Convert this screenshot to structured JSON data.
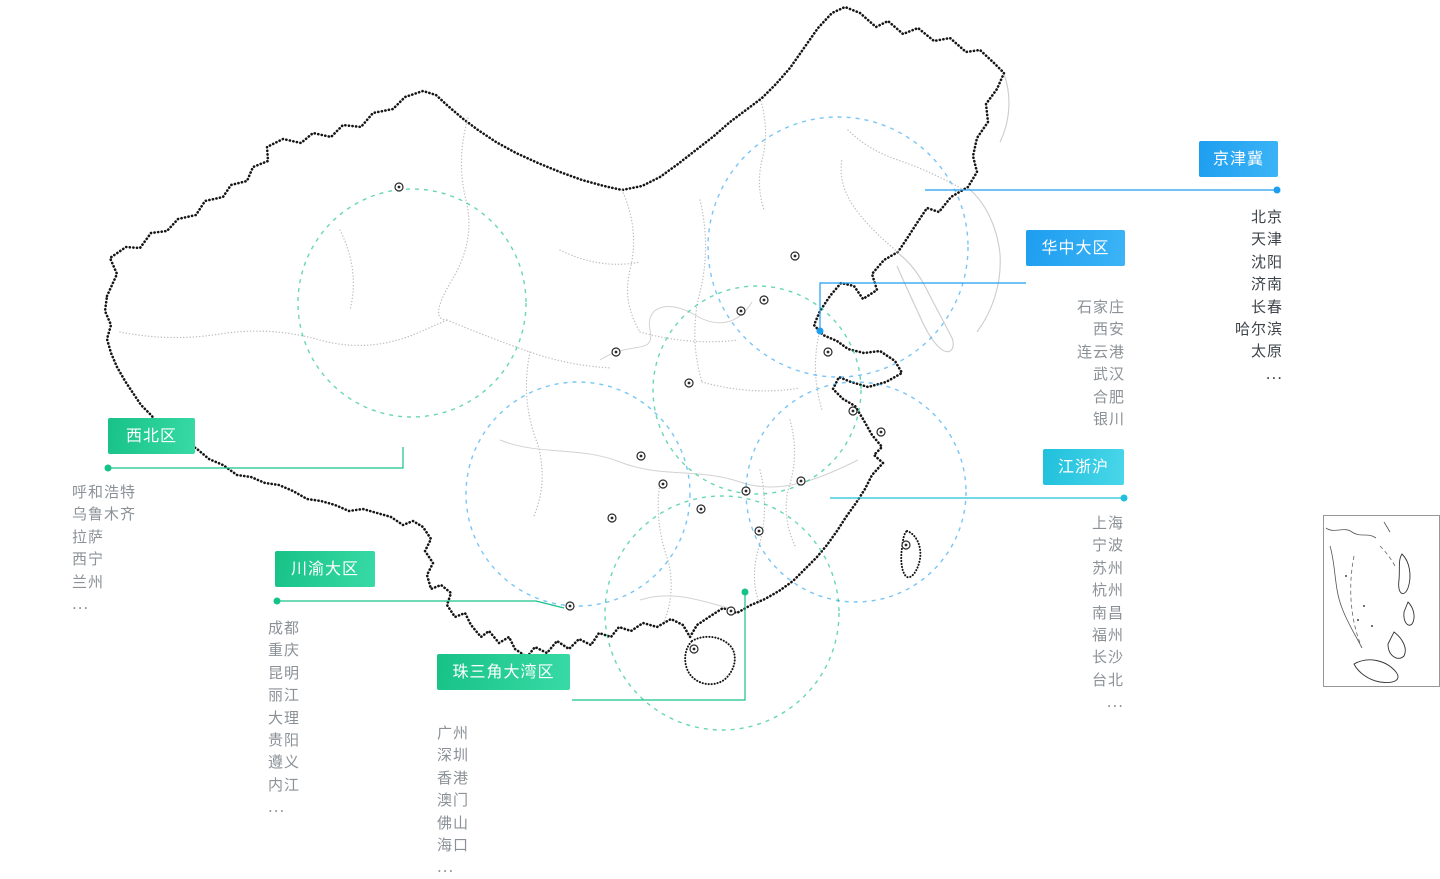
{
  "colors": {
    "blue": "#1e9ef0",
    "blue2": "#3cb4f6",
    "cyan": "#20c0dc",
    "cyan2": "#4ad6ea",
    "green": "#17c287",
    "green2": "#38daa5"
  },
  "regions": [
    {
      "id": "jingjinji",
      "label": "京津冀",
      "theme": "blue",
      "cities": [
        "北京",
        "天津",
        "沈阳",
        "济南",
        "长春",
        "哈尔滨",
        "太原",
        "..."
      ]
    },
    {
      "id": "huazhong",
      "label": "华中大区",
      "theme": "blue",
      "cities": [
        "石家庄",
        "西安",
        "连云港",
        "武汉",
        "合肥",
        "银川"
      ]
    },
    {
      "id": "jiangzhehu",
      "label": "江浙沪",
      "theme": "cyan",
      "cities": [
        "上海",
        "宁波",
        "苏州",
        "杭州",
        "南昌",
        "福州",
        "长沙",
        "台北",
        "..."
      ]
    },
    {
      "id": "xibei",
      "label": "西北区",
      "theme": "green",
      "cities": [
        "呼和浩特",
        "乌鲁木齐",
        "拉萨",
        "西宁",
        "兰州",
        "..."
      ]
    },
    {
      "id": "chuanyu",
      "label": "川渝大区",
      "theme": "green",
      "cities": [
        "成都",
        "重庆",
        "昆明",
        "丽江",
        "大理",
        "贵阳",
        "遵义",
        "内江",
        "..."
      ]
    },
    {
      "id": "zhusanjiao",
      "label": "珠三角大湾区",
      "theme": "green",
      "cities": [
        "广州",
        "深圳",
        "香港",
        "澳门",
        "佛山",
        "海口",
        "..."
      ]
    }
  ]
}
